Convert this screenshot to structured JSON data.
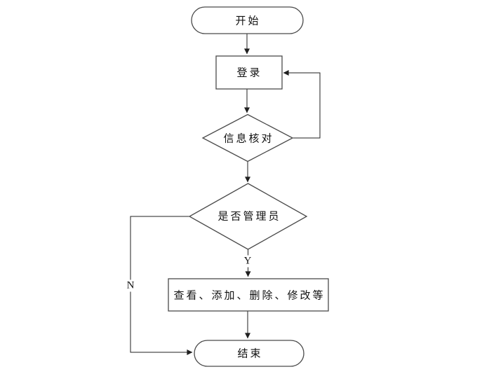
{
  "flowchart": {
    "nodes": {
      "start": {
        "label": "开始",
        "type": "terminator"
      },
      "login": {
        "label": "登录",
        "type": "process"
      },
      "verify": {
        "label": "信息核对",
        "type": "decision"
      },
      "is_admin": {
        "label": "是否管理员",
        "type": "decision"
      },
      "admin_ops": {
        "label": "查看、添加、删除、修改等",
        "type": "process"
      },
      "end": {
        "label": "结束",
        "type": "terminator"
      }
    },
    "edge_labels": {
      "yes": "Y",
      "no": "N"
    },
    "colors": {
      "background": "#ffffff",
      "shape_stroke": "#4a4a4a",
      "line": "#1f1f1f",
      "text": "#111111"
    }
  }
}
